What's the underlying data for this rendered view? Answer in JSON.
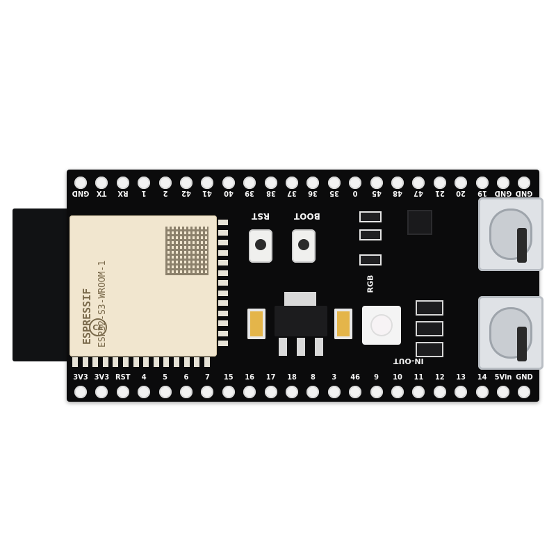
{
  "board": {
    "top_pins": [
      "GND",
      "TX",
      "RX",
      "1",
      "2",
      "42",
      "41",
      "40",
      "39",
      "38",
      "37",
      "36",
      "35",
      "0",
      "45",
      "48",
      "47",
      "21",
      "20",
      "19",
      "GND",
      "GND"
    ],
    "bottom_pins": [
      "3V3",
      "3V3",
      "RST",
      "4",
      "5",
      "6",
      "7",
      "15",
      "16",
      "17",
      "18",
      "8",
      "3",
      "46",
      "9",
      "10",
      "11",
      "12",
      "13",
      "14",
      "5Vin",
      "GND"
    ],
    "buttons": [
      "RST",
      "BOOT"
    ],
    "labels": {
      "rgb": "RGB",
      "in_out": "IN-OUT"
    },
    "module": {
      "brand": "ESPRESSIF",
      "model": "ESP32-S3-WROOM-1"
    },
    "colors": {
      "pcb": "#0b0b0c",
      "silkscreen": "#f4f4f4",
      "module_shield": "#f1e6cf",
      "capacitor": "#e4b54a"
    }
  }
}
